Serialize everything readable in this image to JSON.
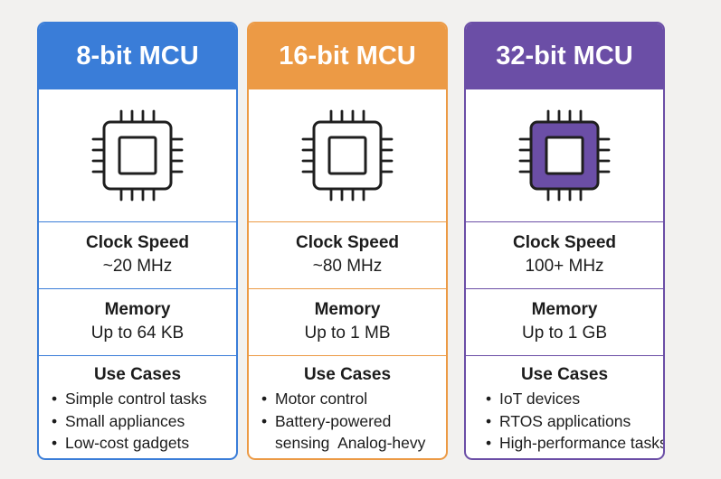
{
  "cards": [
    {
      "title": "8-bit MCU",
      "color": "#3a7dd8",
      "chip_fill": "#ffffff",
      "clock_label": "Clock Speed",
      "clock_value": "~20 MHz",
      "memory_label": "Memory",
      "memory_value": "Up to 64 KB",
      "uses_label": "Use Cases",
      "uses": [
        "Simple control tasks",
        "Small appliances",
        "Low-cost gadgets"
      ]
    },
    {
      "title": "16-bit MCU",
      "color": "#ec9a45",
      "chip_fill": "#ffffff",
      "clock_label": "Clock Speed",
      "clock_value": "~80 MHz",
      "memory_label": "Memory",
      "memory_value": "Up to 1 MB",
      "uses_label": "Use Cases",
      "uses": [
        "Motor control",
        "Battery-powered",
        "sensing  Analog-hevy"
      ]
    },
    {
      "title": "32-bit MCU",
      "color": "#6b4ea6",
      "chip_fill": "#6b4ea6",
      "clock_label": "Clock Speed",
      "clock_value": "100+ MHz",
      "memory_label": "Memory",
      "memory_value": "Up to 1 GB",
      "uses_label": "Use Cases",
      "uses": [
        "IoT devices",
        "RTOS applications",
        "High-performance tasks"
      ]
    }
  ]
}
